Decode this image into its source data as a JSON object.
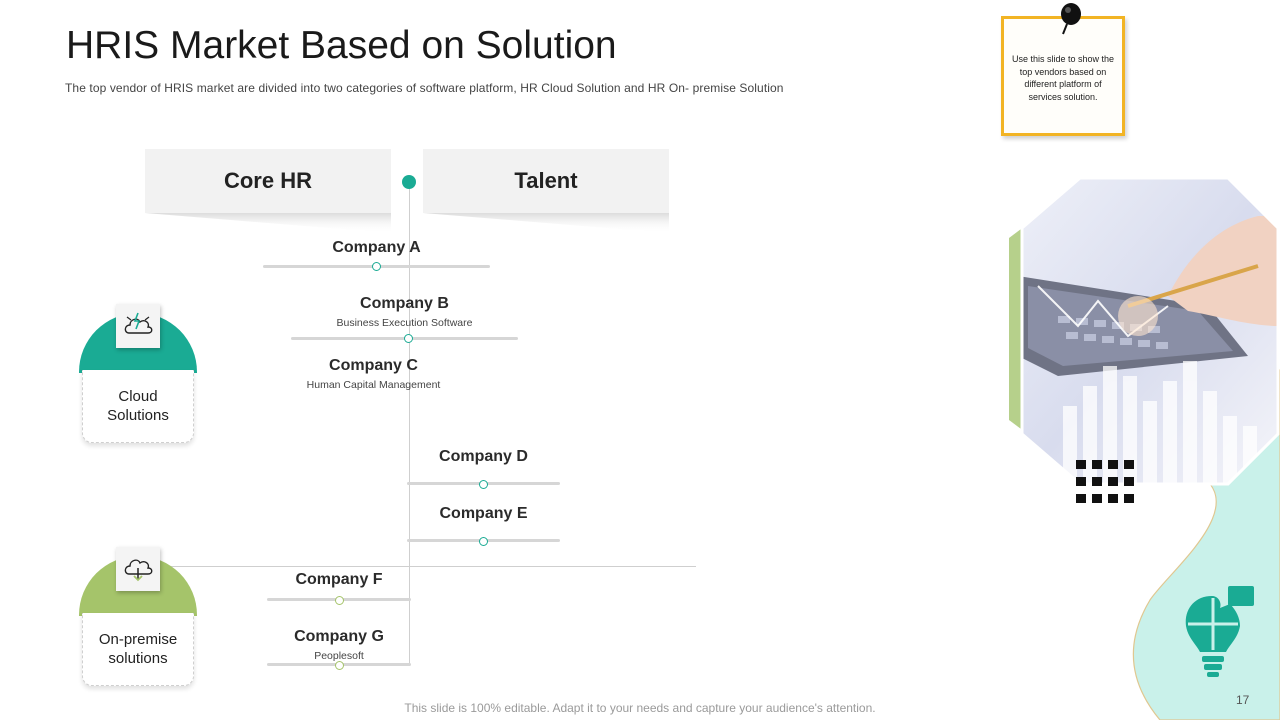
{
  "title": "HRIS Market Based on Solution",
  "subtitle": "The top vendor  of HRIS  market are divided  into two categories of software platform, HR Cloud Solution and HR On- premise Solution",
  "note": "Use this slide to show the top vendors based on different platform of services solution.",
  "headers": {
    "left": "Core HR",
    "right": "Talent"
  },
  "companies": [
    {
      "name": "Company A",
      "sub": ""
    },
    {
      "name": "Company B",
      "sub": "Business Execution Software"
    },
    {
      "name": "Company C",
      "sub": "Human Capital Management"
    },
    {
      "name": "Company D",
      "sub": ""
    },
    {
      "name": "Company E",
      "sub": ""
    },
    {
      "name": "Company F",
      "sub": ""
    },
    {
      "name": "Company G",
      "sub": "Peoplesoft"
    }
  ],
  "categories": [
    {
      "label_line1": "Cloud",
      "label_line2": "Solutions",
      "color": "#1aab94",
      "icon": "cloud-computing-icon"
    },
    {
      "label_line1": "On-premise",
      "label_line2": "solutions",
      "color": "#a5c46a",
      "icon": "cloud-download-icon"
    }
  ],
  "footer": "This slide is 100% editable. Adapt it to your needs and capture your audience's attention.",
  "page_number": "17",
  "colors": {
    "teal": "#1aab94",
    "green": "#a5c46a",
    "mint": "#c9f1ea",
    "note_border": "#f2b424"
  },
  "icons": [
    "pushpin-icon",
    "calculator-photo",
    "dot-grid-icon",
    "puzzle-lightbulb-icon"
  ]
}
